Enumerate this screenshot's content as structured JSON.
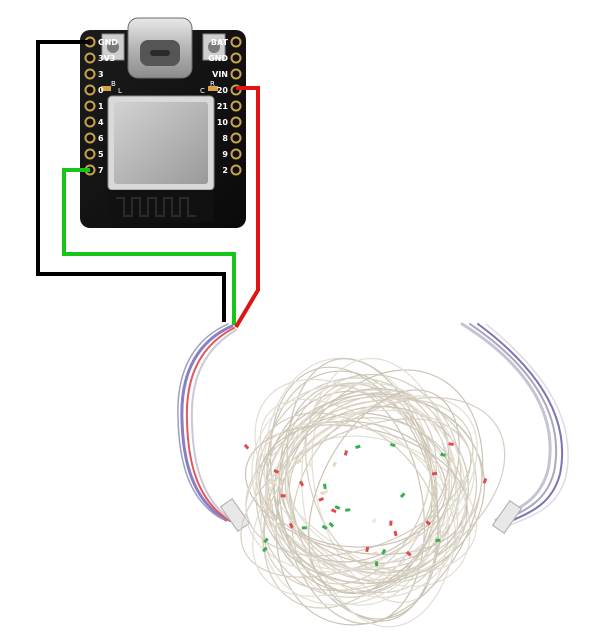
{
  "board": {
    "pins_left": [
      "GND",
      "3V3",
      "3",
      "0",
      "1",
      "4",
      "6",
      "5",
      "7"
    ],
    "pins_right": [
      "BAT",
      "GND",
      "VIN",
      "20",
      "21",
      "10",
      "8",
      "9",
      "2"
    ],
    "button_left_label": "B",
    "button_right_label": "R",
    "led_left_label": "L",
    "led_right_label": "C"
  },
  "wires": {
    "black_color": "#000000",
    "green_color": "#19c419",
    "red_color": "#e01414"
  }
}
